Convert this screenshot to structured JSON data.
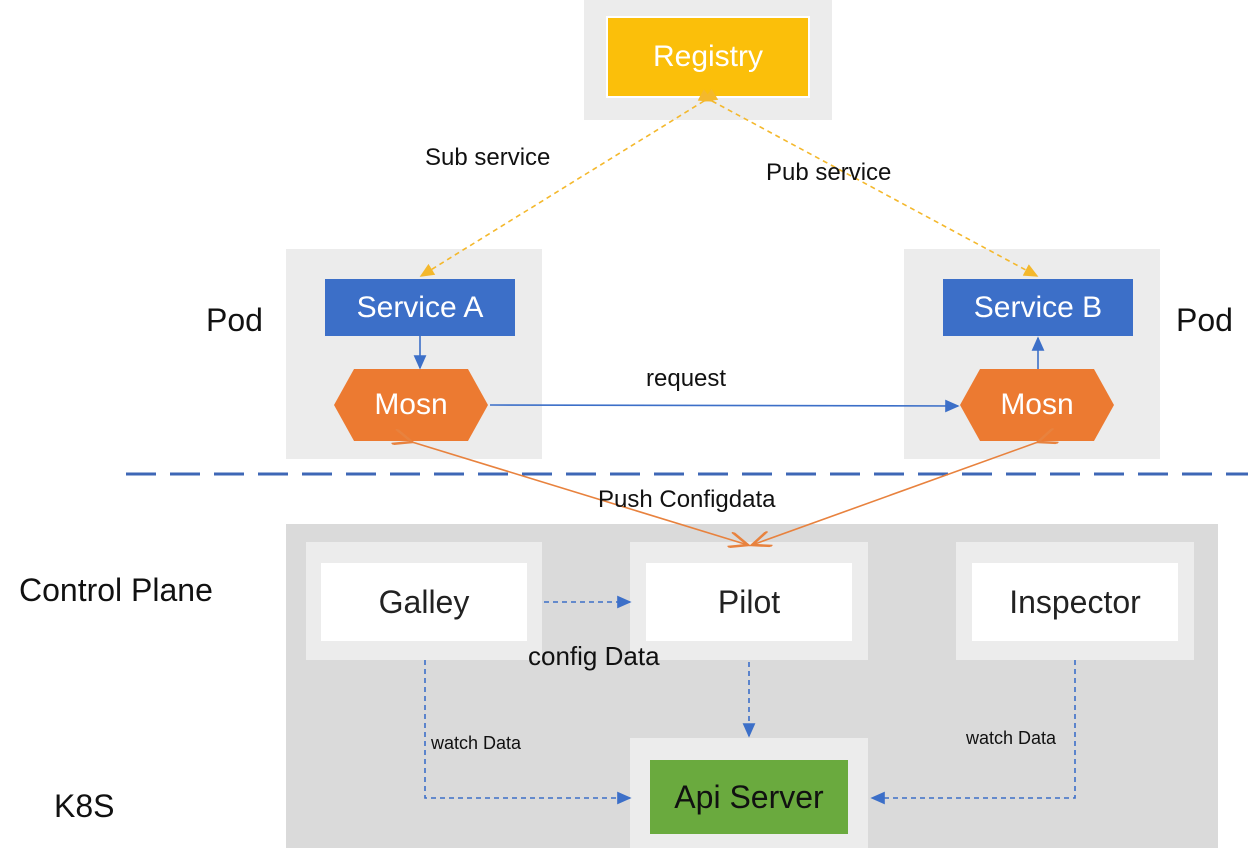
{
  "registry": {
    "label": "Registry",
    "color": "#fbbf0a"
  },
  "pods": {
    "left": {
      "label": "Pod",
      "service": "Service A",
      "mosn": "Mosn"
    },
    "right": {
      "label": "Pod",
      "service": "Service B",
      "mosn": "Mosn"
    }
  },
  "edges": {
    "sub_service": "Sub service",
    "pub_service": "Pub service",
    "request": "request",
    "push_configdata": "Push Configdata",
    "config_data": "config Data",
    "watch_data_left": "watch Data",
    "watch_data_right": "watch Data"
  },
  "control_plane": {
    "label": "Control Plane",
    "galley": "Galley",
    "pilot": "Pilot",
    "inspector": "Inspector"
  },
  "k8s": {
    "label": "K8S",
    "api_server": "Api Server"
  },
  "colors": {
    "service_blue": "#3c6fc8",
    "mosn_orange": "#ec7a31",
    "api_green": "#6aaa3e",
    "dashed_yellow": "#f4b82c",
    "arrow_blue": "#3c6fc8",
    "arrow_orange": "#e8823e",
    "divider_blue": "#3e67b6"
  }
}
